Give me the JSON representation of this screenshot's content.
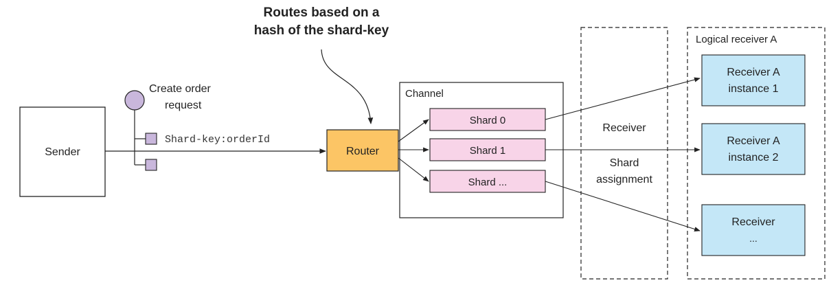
{
  "callout": {
    "line1": "Routes based on a",
    "line2": "hash of the shard-key"
  },
  "message": {
    "label_line1": "Create order",
    "label_line2": "request",
    "header_text": "Shard-key:orderId"
  },
  "sender": {
    "label": "Sender"
  },
  "router": {
    "label": "Router"
  },
  "channel": {
    "title": "Channel",
    "shards": [
      "Shard 0",
      "Shard 1",
      "Shard ..."
    ]
  },
  "shard_assignment": {
    "line1": "Receiver",
    "line2": "Shard",
    "line3": "assignment"
  },
  "logical_receiver": {
    "title": "Logical receiver A",
    "receivers": [
      {
        "line1": "Receiver A",
        "line2": "instance 1"
      },
      {
        "line1": "Receiver A",
        "line2": "instance 2"
      },
      {
        "line1": "Receiver",
        "line2": "..."
      }
    ]
  },
  "colors": {
    "router_fill": "#fcc565",
    "shard_fill": "#f8d4e8",
    "receiver_fill": "#c4e7f7",
    "message_fill": "#c9b7dc",
    "stroke": "#222222"
  }
}
